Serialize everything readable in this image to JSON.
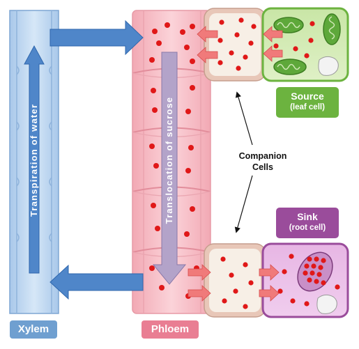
{
  "labels": {
    "xylem": "Xylem",
    "phloem": "Phloem",
    "source_title": "Source",
    "source_sub": "(leaf cell)",
    "sink_title": "Sink",
    "sink_sub": "(root cell)",
    "companion_line1": "Companion",
    "companion_line2": "Cells",
    "transpiration": "Transpiration of water",
    "translocation": "Translocation of sucrose"
  },
  "colors": {
    "xylem_fill": "#b9d4ef",
    "xylem_tag": "#6f9fd0",
    "phloem_fill": "#f6c0c8",
    "phloem_tag": "#e97e93",
    "source_tag": "#6cb33f",
    "sink_tag": "#9a4c9b",
    "sucrose_dot": "#e01818",
    "blue_arrow": "#4f86c9",
    "purple_arrow": "#b3a3c9",
    "small_arrow": "#f07a7a"
  }
}
